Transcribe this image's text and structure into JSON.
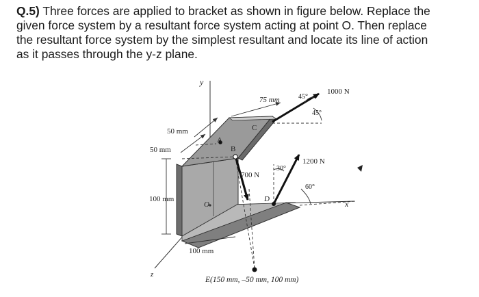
{
  "question": {
    "number": "Q.5)",
    "line1": " Three forces are applied to bracket as shown in figure below. Replace the",
    "line2": "given force system by a resultant force system acting at point O. Then replace",
    "line3": "the resultant force system by the simplest resultant and locate its line of action",
    "line4": "as it passes through the y-z plane."
  },
  "figure": {
    "axis_y": "y",
    "axis_x": "x",
    "axis_z": "z",
    "dim_75": "75 mm",
    "dim_50_top": "50 mm",
    "dim_50_side": "50 mm",
    "dim_100_vert": "100 mm",
    "dim_100_horiz": "100 mm",
    "force_1000": "1000 N",
    "angle_45_a": "45°",
    "angle_45_b": "45°",
    "force_1200": "1200 N",
    "angle_30": "30°",
    "angle_60": "60°",
    "force_700": "700 N",
    "point_A": "A",
    "point_B": "B",
    "point_C": "C",
    "point_D": "D",
    "point_O": "O",
    "point_E": "E(150 mm, –50 mm, 100 mm)"
  }
}
